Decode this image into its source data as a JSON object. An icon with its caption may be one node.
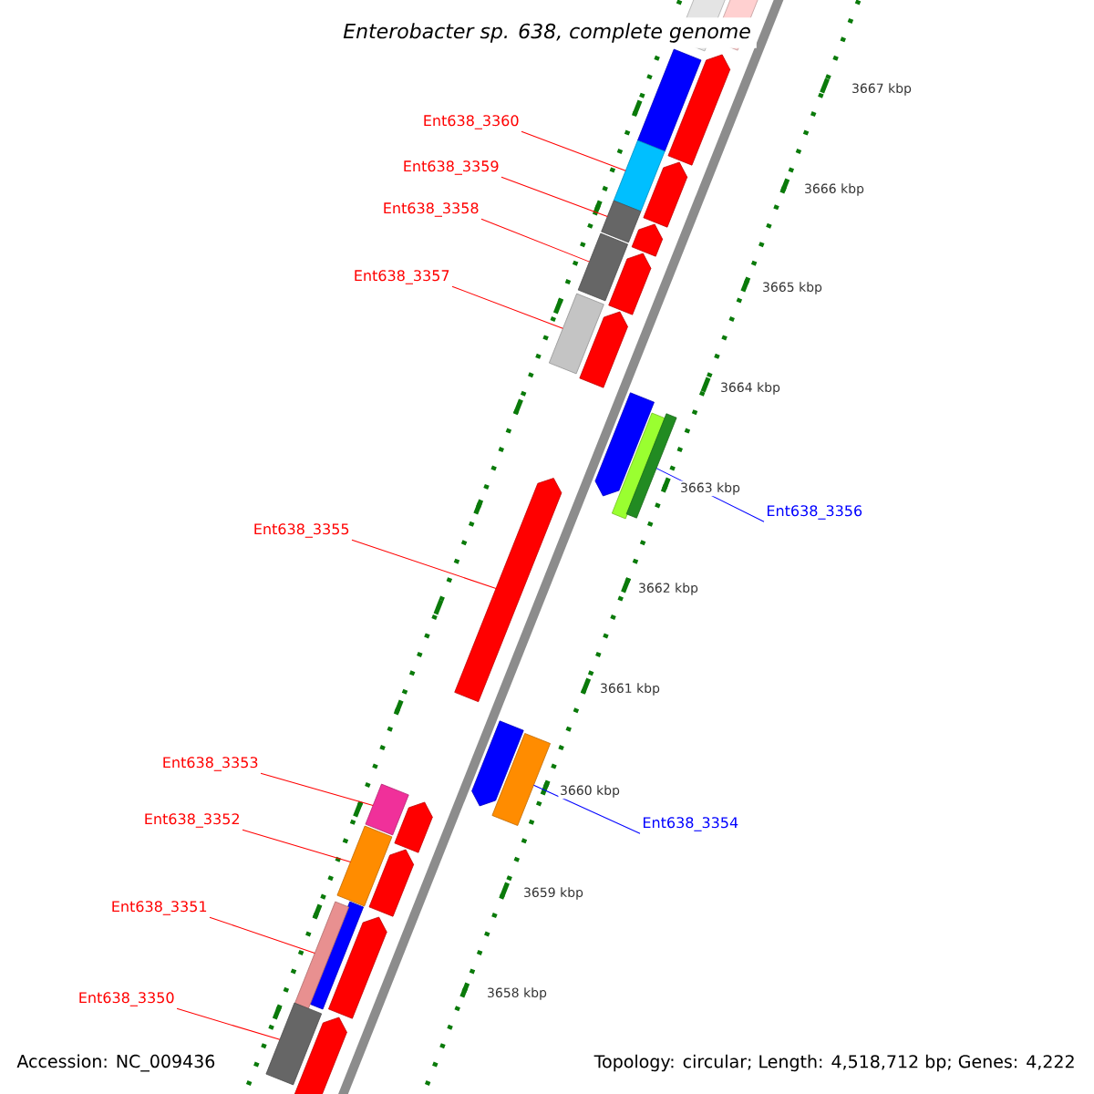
{
  "diagram": {
    "title": "Enterobacter sp. 638, complete genome",
    "nodes": [
      {
        "text": [
          "Ent638_3360"
        ]
      },
      {
        "text": [
          "Ent638_3359"
        ]
      },
      {
        "text": [
          "Ent638_3358"
        ]
      },
      {
        "text": [
          "Ent638_3357"
        ]
      },
      {
        "text": [
          "Ent638_3356"
        ]
      },
      {
        "text": [
          "Ent638_3355"
        ]
      },
      {
        "text": [
          "Ent638_3353"
        ]
      },
      {
        "text": [
          "Ent638_3352"
        ]
      },
      {
        "text": [
          "Ent638_3354"
        ]
      },
      {
        "text": [
          "Ent638_3351"
        ]
      },
      {
        "text": [
          "Ent638_3350"
        ]
      },
      {
        "text": [],
        "shape": "box"
      },
      {
        "text": [],
        "shape": "box"
      },
      {
        "text": [],
        "shape": "box"
      },
      {
        "text": [],
        "shape": "box"
      },
      {
        "text": [],
        "shape": "box"
      },
      {
        "text": [],
        "shape": "arrow"
      },
      {
        "text": [],
        "shape": "box"
      },
      {
        "text": [],
        "shape": "box"
      },
      {
        "text": [],
        "shape": "box"
      },
      {
        "text": [],
        "shape": "box"
      },
      {
        "text": [],
        "shape": "box"
      }
    ],
    "edges": [
      {
        "from": 0,
        "to": 11,
        "arrow": "none"
      },
      {
        "from": 1,
        "to": 12,
        "arrow": "none"
      },
      {
        "from": 2,
        "to": 13,
        "arrow": "none"
      },
      {
        "from": 3,
        "to": 14,
        "arrow": "none"
      },
      {
        "from": 4,
        "to": 15,
        "arrow": "none",
        "color": "#0000ff"
      },
      {
        "from": 5,
        "to": 16,
        "arrow": "none"
      },
      {
        "from": 6,
        "to": 18,
        "arrow": "none"
      },
      {
        "from": 7,
        "to": 19,
        "arrow": "none"
      },
      {
        "from": 8,
        "to": 17,
        "arrow": "none",
        "color": "#0000ff"
      },
      {
        "from": 9,
        "to": 20,
        "arrow": "none"
      },
      {
        "from": 10,
        "to": 21,
        "arrow": "none"
      }
    ],
    "labels": [
      "3667 kbp",
      "3666 kbp",
      "3665 kbp",
      "3664 kbp",
      "3663 kbp",
      "3662 kbp",
      "3661 kbp",
      "3660 kbp",
      "3659 kbp",
      "3658 kbp",
      "Accession: NC_009436",
      "Topology: circular; Length: 4,518,712 bp; Genes: 4,222"
    ]
  }
}
